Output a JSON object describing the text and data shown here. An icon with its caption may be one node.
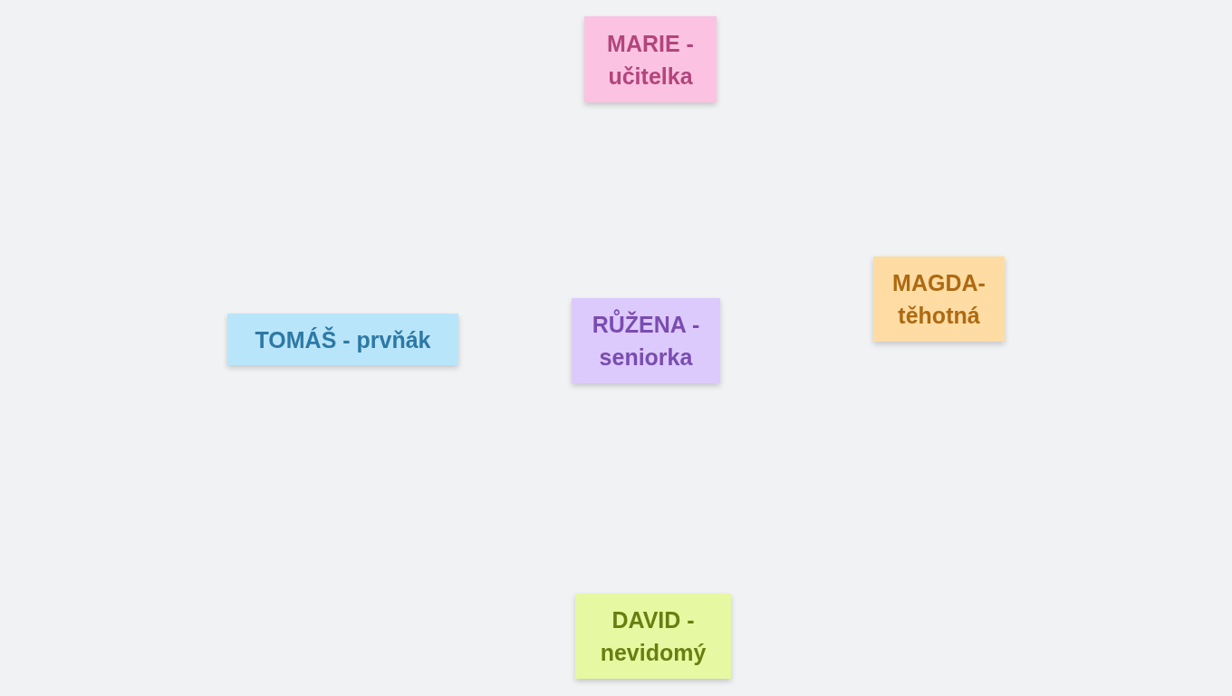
{
  "diagram": {
    "nodes": [
      {
        "text": [
          "MARIE - učitelka"
        ]
      },
      {
        "text": [
          "TOMÁŠ - prvňák"
        ]
      },
      {
        "text": [
          "RŮŽENA - seniorka"
        ]
      },
      {
        "text": [
          "MAGDA- těhotná"
        ]
      },
      {
        "text": [
          "DAVID - nevidomý"
        ]
      }
    ]
  }
}
